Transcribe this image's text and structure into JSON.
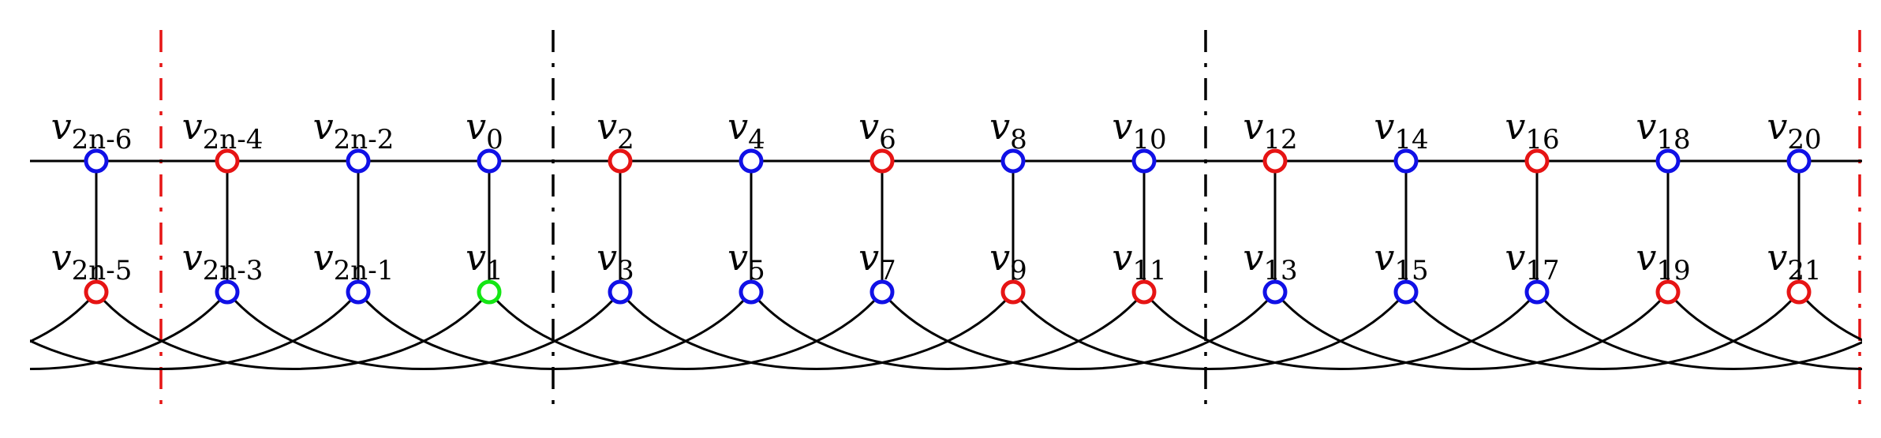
{
  "diagram": {
    "colors": {
      "blue": "#1010e6",
      "red": "#e61414",
      "green": "#14e614",
      "edge": "#000000",
      "divider_red": "#e61414",
      "divider_black": "#000000"
    },
    "top_row": [
      {
        "id": "2n-6",
        "color": "blue"
      },
      {
        "id": "2n-4",
        "color": "red"
      },
      {
        "id": "2n-2",
        "color": "blue"
      },
      {
        "id": "0",
        "color": "blue"
      },
      {
        "id": "2",
        "color": "red"
      },
      {
        "id": "4",
        "color": "blue"
      },
      {
        "id": "6",
        "color": "red"
      },
      {
        "id": "8",
        "color": "blue"
      },
      {
        "id": "10",
        "color": "blue"
      },
      {
        "id": "12",
        "color": "red"
      },
      {
        "id": "14",
        "color": "blue"
      },
      {
        "id": "16",
        "color": "red"
      },
      {
        "id": "18",
        "color": "blue"
      },
      {
        "id": "20",
        "color": "blue"
      }
    ],
    "bottom_row": [
      {
        "id": "2n-5",
        "color": "red"
      },
      {
        "id": "2n-3",
        "color": "blue"
      },
      {
        "id": "2n-1",
        "color": "blue"
      },
      {
        "id": "1",
        "color": "green"
      },
      {
        "id": "3",
        "color": "blue"
      },
      {
        "id": "5",
        "color": "blue"
      },
      {
        "id": "7",
        "color": "blue"
      },
      {
        "id": "9",
        "color": "red"
      },
      {
        "id": "11",
        "color": "red"
      },
      {
        "id": "13",
        "color": "blue"
      },
      {
        "id": "15",
        "color": "blue"
      },
      {
        "id": "17",
        "color": "blue"
      },
      {
        "id": "19",
        "color": "red"
      },
      {
        "id": "21",
        "color": "red"
      }
    ],
    "label_letter": "v"
  }
}
